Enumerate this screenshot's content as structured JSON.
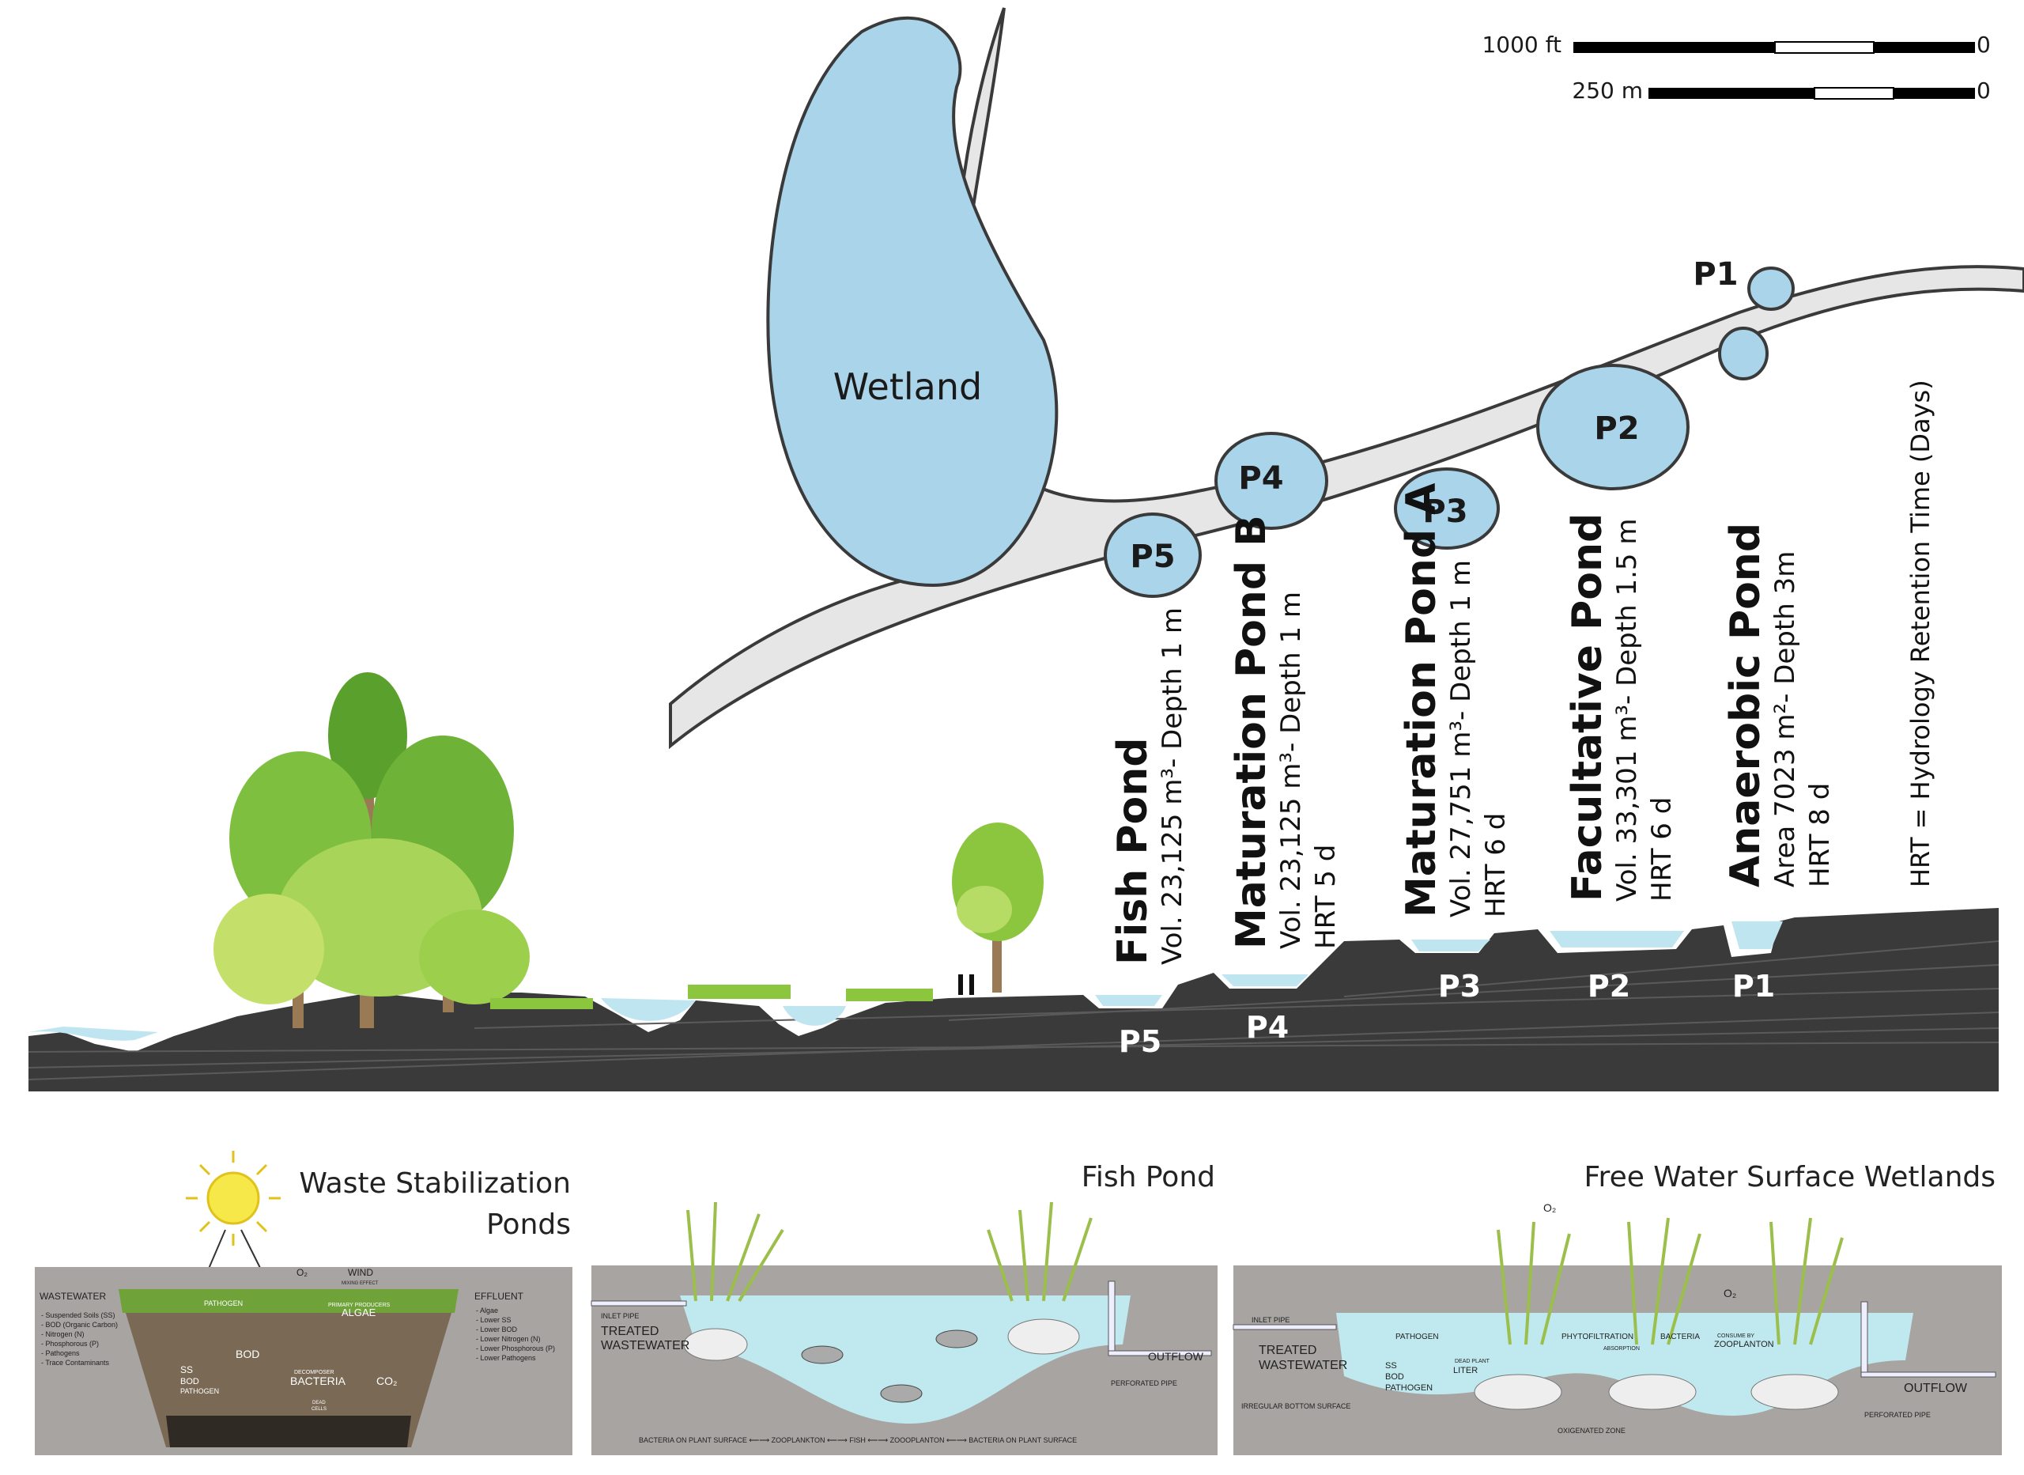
{
  "scale_bar": {
    "imperial_label": "1000 ft",
    "imperial_end": "0",
    "metric_label": "250 m",
    "metric_end": "0"
  },
  "plan": {
    "wetland_label": "Wetland",
    "ponds": [
      "P1",
      "P2",
      "P3",
      "P4",
      "P5"
    ],
    "colors": {
      "water": "#a9d4ea",
      "channel": "#e6e6e6",
      "outline": "#3a3a3a"
    }
  },
  "descriptions": {
    "fish": {
      "title": "Fish Pond",
      "line1": "Vol. 23,125 m³- Depth 1 m",
      "line2": ""
    },
    "mat_b": {
      "title": "Maturation Pond B",
      "line1": "Vol. 23,125 m³- Depth 1 m",
      "line2": "HRT  5 d"
    },
    "mat_a": {
      "title": "Maturation Pond A",
      "line1": "Vol. 27,751 m³- Depth 1 m",
      "line2": "HRT  6 d"
    },
    "facultative": {
      "title": "Facultative Pond",
      "line1": "Vol. 33,301 m³- Depth 1.5 m",
      "line2": "HRT  6 d"
    },
    "anaerobic": {
      "title": "Anaerobic Pond",
      "line1": "Area 7023 m²- Depth 3m",
      "line2": "HRT  8 d"
    },
    "legend": "HRT  = Hydrology Retention Time (Days)"
  },
  "section": {
    "labels": [
      "P5",
      "P4",
      "P3",
      "P2",
      "P1"
    ],
    "colors": {
      "ground": "#3a3a3a",
      "water": "#bfe6f0",
      "tree": "#8cc63f"
    }
  },
  "panels": {
    "wsp": {
      "title_line1": "Waste Stabilization",
      "title_line2": "Ponds",
      "wastewater": "WASTEWATER",
      "effluent": "EFFLUENT",
      "wind": "WIND",
      "wind_sub": "MIXING EFFECT",
      "o2": "O₂",
      "pathogen": "PATHOGEN",
      "primary": "PRIMARY PRODUCERS",
      "algae": "ALGAE",
      "bod": "BOD",
      "decomposer": "DECOMPOSER",
      "bacteria": "BACTERIA",
      "co2": "CO₂",
      "ss": "SS",
      "bod2": "BOD",
      "pathogen2": "PATHOGEN",
      "dead": "DEAD",
      "cells": "CELLS",
      "inputs": [
        "- Suspended Soils (SS)",
        "- BOD (Organic Carbon)",
        "- Nitrogen (N)",
        "- Phosphorous (P)",
        "- Pathogens",
        "- Trace Contaminants"
      ],
      "outputs": [
        "- Algae",
        "- Lower SS",
        "- Lower BOD",
        "- Lower Nitrogen (N)",
        "- Lower Phosphorous (P)",
        "- Lower Pathogens"
      ]
    },
    "fish": {
      "title": "Fish Pond",
      "inlet": "INLET PIPE",
      "treated1": "TREATED",
      "treated2": "WASTEWATER",
      "outflow": "OUTFLOW",
      "perforated": "PERFORATED PIPE",
      "chain": "BACTERIA ON PLANT SURFACE ⟵⟶ ZOOPLANKTON ⟵⟶ FISH ⟵⟶ ZOOOPLANTON ⟵⟶ BACTERIA ON PLANT SURFACE"
    },
    "fws": {
      "title": "Free Water Surface Wetlands",
      "o2a": "O₂",
      "o2b": "O₂",
      "inlet": "INLET PIPE",
      "pathogen": "PATHOGEN",
      "phyto": "PHYTOFILTRATION",
      "bacteria": "BACTERIA",
      "consume": "CONSUME BY",
      "zooplanton": "ZOOPLANTON",
      "absorption": "ABSORPTION",
      "treated1": "TREATED",
      "treated2": "WASTEWATER",
      "ss": "SS",
      "bod": "BOD",
      "pathogen2": "PATHOGEN",
      "dead_plant": "DEAD PLANT",
      "liter": "LITER",
      "irregular": "IRREGULAR BOTTOM SURFACE",
      "oxigenated": "OXIGENATED ZONE",
      "outflow": "OUTFLOW",
      "perforated": "PERFORATED PIPE"
    }
  }
}
